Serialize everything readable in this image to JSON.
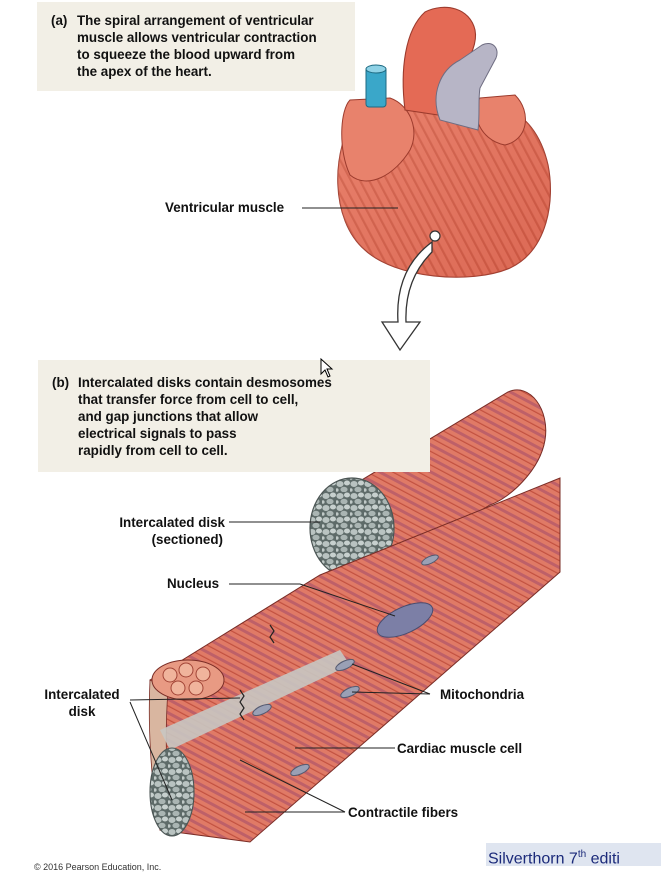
{
  "panel_a": {
    "tag": "(a)",
    "caption_lines": [
      "The spiral arrangement of ventricular",
      "muscle allows ventricular contraction",
      "to squeeze the blood upward from",
      "the apex of the heart."
    ],
    "labels": {
      "ventricular_muscle": "Ventricular muscle"
    }
  },
  "panel_b": {
    "tag": "(b)",
    "caption_lines": [
      "Intercalated disks contain desmosomes",
      "that transfer force from cell to cell,",
      "and gap junctions that allow",
      "electrical signals to pass",
      "rapidly from cell to cell."
    ],
    "labels": {
      "intercalated_disk_sectioned_line1": "Intercalated disk",
      "intercalated_disk_sectioned_line2": "(sectioned)",
      "nucleus": "Nucleus",
      "intercalated_disk_line1": "Intercalated",
      "intercalated_disk_line2": "disk",
      "mitochondria": "Mitochondria",
      "cardiac_muscle_cell": "Cardiac muscle cell",
      "contractile_fibers": "Contractile fibers"
    }
  },
  "footer": {
    "copyright": "© 2016 Pearson Education, Inc.",
    "source_main": "Silverthorn 7",
    "source_sup": "th",
    "source_tail": " editi"
  },
  "colors": {
    "caption_bg": "#f2efe6",
    "muscle": "#e0705a",
    "muscle_dark": "#b94a3a",
    "vessel_blue": "#3aa7c9",
    "vessel_grey": "#a9a8b8",
    "nucleus": "#7c7fa6",
    "disk_grey": "#9aa5a5"
  }
}
